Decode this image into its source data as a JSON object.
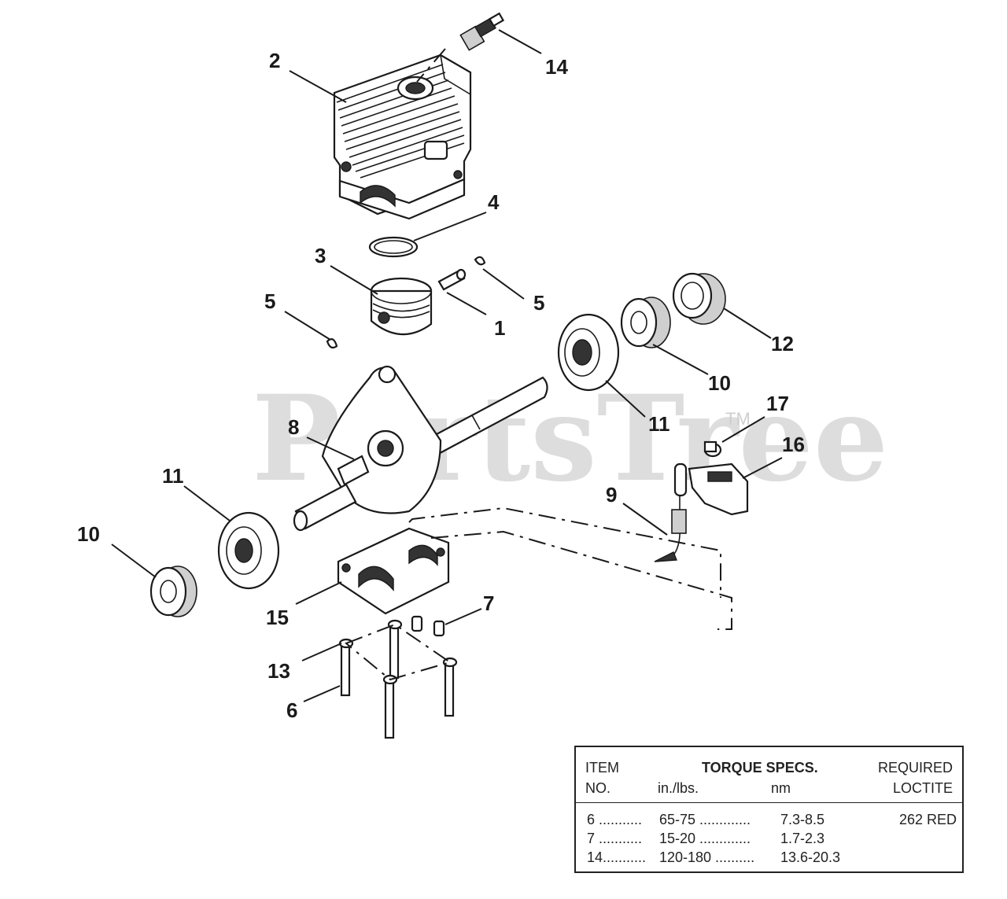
{
  "watermark": {
    "text": "PartsTree",
    "trademark": "TM"
  },
  "callouts": {
    "c1": "1",
    "c2": "2",
    "c3": "3",
    "c4": "4",
    "c5a": "5",
    "c5b": "5",
    "c6": "6",
    "c7": "7",
    "c8": "8",
    "c9": "9",
    "c10a": "10",
    "c10b": "10",
    "c11a": "11",
    "c11b": "11",
    "c12": "12",
    "c13": "13",
    "c14": "14",
    "c15": "15",
    "c16": "16",
    "c17": "17"
  },
  "torque_table": {
    "header": {
      "item_line1": "ITEM",
      "item_line2": "NO.",
      "torque": "TORQUE SPECS.",
      "in_lbs": "in./lbs.",
      "nm": "nm",
      "required_line1": "REQUIRED",
      "required_line2": "LOCTITE"
    },
    "rows": [
      {
        "item": "6 ...........",
        "in_lbs": "65-75 .............",
        "nm": "7.3-8.5",
        "loctite": "262 RED"
      },
      {
        "item": "7 ...........",
        "in_lbs": "15-20 .............",
        "nm": "1.7-2.3",
        "loctite": ""
      },
      {
        "item": "14...........",
        "in_lbs": "120-180 ..........",
        "nm": "13.6-20.3",
        "loctite": ""
      }
    ]
  }
}
